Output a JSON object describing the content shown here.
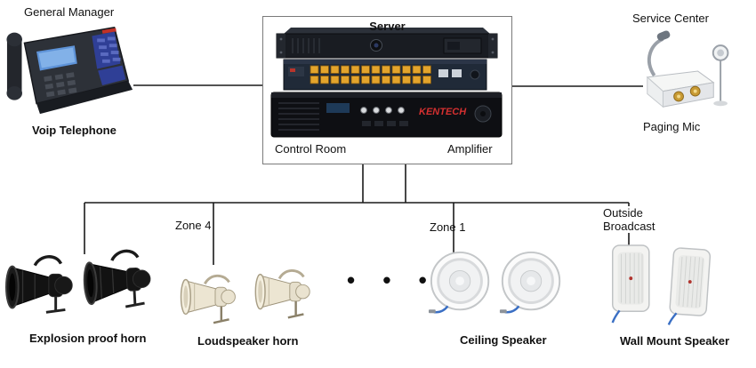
{
  "labels": {
    "general_manager": "General Manager",
    "voip_telephone": "Voip Telephone",
    "server": "Server",
    "control_room": "Control Room",
    "amplifier": "Amplifier",
    "service_center": "Service Center",
    "paging_mic": "Paging Mic",
    "zone_4": "Zone 4",
    "zone_1": "Zone 1",
    "outside_broadcast_line1": "Outside",
    "outside_broadcast_line2": "Broadcast",
    "explosion_proof_horn": "Explosion proof horn",
    "loudspeaker_horn": "Loudspeaker horn",
    "ceiling_speaker": "Ceiling Speaker",
    "wall_mount_speaker": "Wall Mount Speaker",
    "ellipsis": "• • •"
  },
  "devices": {
    "brand": "KENTECH"
  },
  "colors": {
    "connector_line": "#1a1a1a",
    "switch_port_yellow": "#e3a42c",
    "brand_red": "#d43030",
    "cable_blue": "#3a6fc4"
  }
}
